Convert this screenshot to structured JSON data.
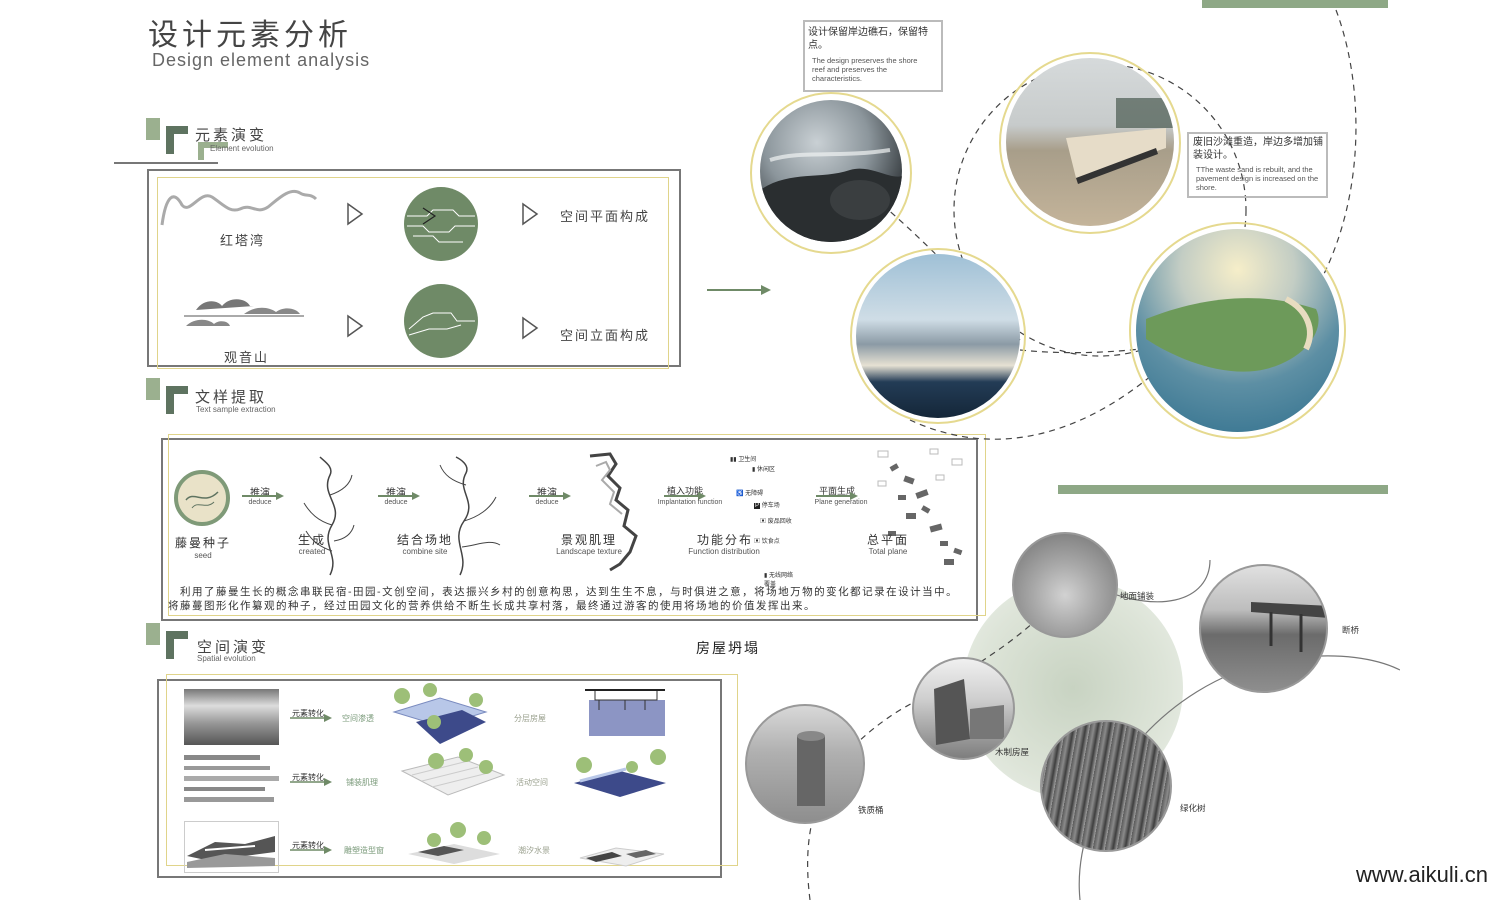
{
  "header": {
    "title": "设计元素分析",
    "subtitle": "Design element analysis"
  },
  "sections": {
    "element_evolution": {
      "title": "元素演变",
      "subtitle": "Element evolution",
      "subtitle_visible": "E           evolution"
    },
    "text_sample": {
      "title": "文样提取",
      "subtitle": "Text sample extraction"
    },
    "spatial": {
      "title": "空间演变",
      "subtitle": "Spatial evolution"
    }
  },
  "evolution": {
    "row1_label": "红塔湾",
    "row1_result": "空间平面构成",
    "row2_label": "观音山",
    "row2_result": "空间立面构成"
  },
  "extraction": {
    "seed_cn": "藤曼种子",
    "seed_en": "seed",
    "arrow1_cn": "推演",
    "arrow1_en": "deduce",
    "step1_cn": "生成",
    "step1_en": "created",
    "arrow2_cn": "推演",
    "arrow2_en": "deduce",
    "step2_cn": "结合场地",
    "step2_en": "combine site",
    "arrow3_cn": "推演",
    "arrow3_en": "deduce",
    "step3_cn": "景观肌理",
    "step3_en": "Landscape texture",
    "arrow4_cn": "植入功能",
    "arrow4_en": "Implantation function",
    "step4_cn": "功能分布",
    "step4_en": "Function distribution",
    "arrow5_cn": "平面生成",
    "arrow5_en": "Plane generation",
    "step5_cn": "总平面",
    "step5_en": "Total plane",
    "func_labels": [
      "卫生间",
      "休闲区",
      "无障碍",
      "停车场",
      "废品回收",
      "饮食点",
      "无线网络覆盖"
    ],
    "description_line1": "利用了藤曼生长的概念串联民宿-田园-文创空间，表达振兴乡村的创意构思，达到生生不息，与时俱进之意，将场地万物的变化都记录在设计当中。",
    "description_line2": "将藤蔓图形化作纂观的种子，经过田园文化的营养供给不断生长成共享村落，最终通过游客的使用将场地的价值发挥出来。"
  },
  "spatial": {
    "rows": [
      {
        "arrow": "元素转化",
        "label_a": "空间渗透",
        "label_b": "分层房屋"
      },
      {
        "arrow": "元素转化",
        "label_a": "铺装肌理",
        "label_b": "活动空间"
      },
      {
        "arrow": "元素转化",
        "label_a": "雕塑造型窗",
        "label_b": "潮汐水景"
      }
    ],
    "house_collapse": "房屋坍塌"
  },
  "notes": {
    "reef_cn": "设计保留岸边礁石，保留特点。",
    "reef_en": "The design preserves the shore reef and preserves the characteristics.",
    "sand_cn": "废旧沙滩重造，岸边多增加铺装设计。",
    "sand_en": "TThe waste sand is rebuilt, and the pavement design is increased on the shore."
  },
  "photo_labels": {
    "pavement": "地面铺装",
    "bridge": "断桥",
    "wood_house": "木制房屋",
    "rust_bucket": "铁质桶",
    "green_tree": "绿化树"
  },
  "watermark": "www.aikuli.cn",
  "colors": {
    "accent_green": "#8ea886",
    "dark_green": "#5e7360",
    "gold": "#e0d48a"
  }
}
